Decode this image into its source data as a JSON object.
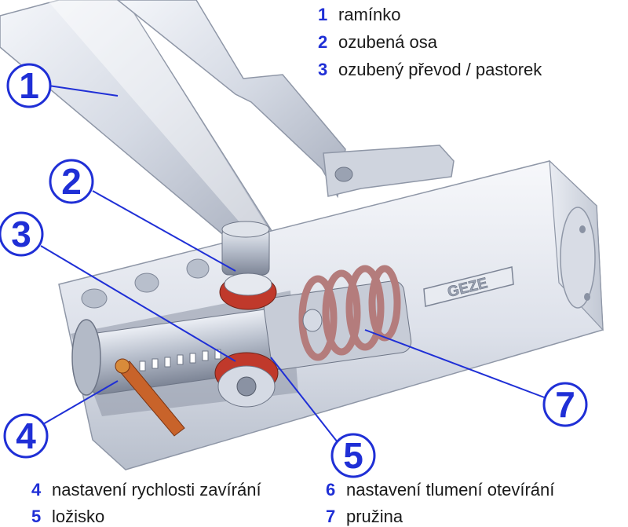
{
  "brand": {
    "logo_text": "GEZE"
  },
  "legend": [
    {
      "num": "1",
      "label": "ramínko"
    },
    {
      "num": "2",
      "label": "ozubená osa"
    },
    {
      "num": "3",
      "label": "ozubený převod / pastorek"
    },
    {
      "num": "4",
      "label": "nastavení rychlosti zavírání"
    },
    {
      "num": "5",
      "label": "ložisko"
    },
    {
      "num": "6",
      "label": "nastavení tlumení otevírání"
    },
    {
      "num": "7",
      "label": "pružina"
    }
  ],
  "colors": {
    "accent_blue": "#1f2fd6",
    "callout_fill": "#ffffff",
    "metal_light": "#eef1f7",
    "metal_mid": "#c9ced9",
    "metal_dark": "#8a92a3",
    "spring": "#b47c7c",
    "gear_red": "#c0392b",
    "adjust_orange": "#c8632a"
  }
}
